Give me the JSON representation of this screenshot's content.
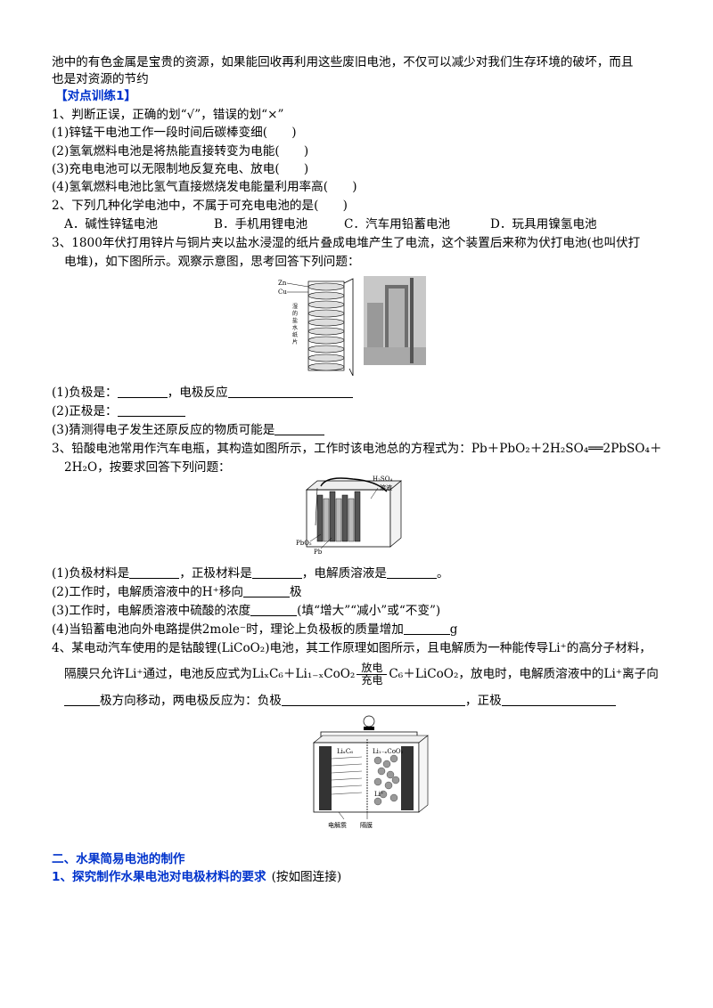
{
  "intro": {
    "line1": "池中的有色金属是宝贵的资源，如果能回收再利用这些废旧电池，不仅可以减少对我们生存环境的破坏，而且",
    "line2": "也是对资源的节约"
  },
  "practice_title": "【对点训练1】",
  "q1": {
    "stem": "1、判断正误，正确的划“√”，错误的划“×”",
    "items": [
      "(1)锌锰干电池工作一段时间后碳棒变细(　　)",
      "(2)氢氧燃料电池是将热能直接转变为电能(　　)",
      "(3)充电电池可以无限制地反复充电、放电(　　)",
      "(4)氢氧燃料电池比氢气直接燃烧发电能量利用率高(　　)"
    ]
  },
  "q2": {
    "stem": "2、下列几种化学电池中，不属于可充电电池的是(　　)",
    "options": [
      "A．碱性锌锰电池",
      "B．手机用锂电池",
      "C．汽车用铅蓄电池",
      "D．玩具用镍氢电池"
    ]
  },
  "q3a": {
    "stem1": "3、1800年伏打用锌片与铜片夹以盐水浸湿的纸片叠成电堆产生了电流，这个装置后来称为伏打电池(也叫伏打",
    "stem2": "电堆)，如下图所示。观察示意图，思考回答下列问题：",
    "fig_labels": {
      "zn": "Zn",
      "cu": "Cu",
      "paper": "湿的盐水纸片"
    },
    "sub1a": "(1)负极是：",
    "sub1b": "，电极反应",
    "sub2": "(2)正极是：",
    "sub3": "(3)猜测得电子发生还原反应的物质可能是"
  },
  "q3b": {
    "stem1": "3、铅酸电池常用作汽车电瓶，其构造如图所示，工作时该电池总的方程式为：Pb＋PbO₂＋2H₂SO₄══2PbSO₄＋",
    "stem2": "2H₂O，按要求回答下列问题：",
    "fig_labels": {
      "h2so4": "H₂SO₄",
      "solution": "溶液",
      "pbo2": "PbO₂",
      "pb": "Pb"
    },
    "sub1a": "(1)负极材料是",
    "sub1b": "，正极材料是",
    "sub1c": "，电解质溶液是",
    "sub1d": "。",
    "sub2a": "(2)工作时，电解质溶液中的H⁺移向",
    "sub2b": "极",
    "sub3a": "(3)工作时，电解质溶液中硫酸的浓度",
    "sub3b": "(填“增大”“减小”或“不变”)",
    "sub4a": "(4)当铅蓄电池向外电路提供2mole⁻时，理论上负极板的质量增加",
    "sub4b": "g"
  },
  "q4": {
    "stem1": "4、某电动汽车使用的是钴酸锂(LiCoO₂)电池，其工作原理如图所示，且电解质为一种能传导Li⁺的高分子材料，",
    "stem2a": "隔膜只允许Li⁺通过，电池反应式为LiₓC₆＋Li₁₋ₓCoO₂",
    "discharge": "放电",
    "charge": "充电",
    "stem2b": "C₆＋LiCoO₂，放电时，电解质溶液中的Li⁺离子向",
    "stem3a": "极方向移动，两电极反应为：负极",
    "stem3b": "，正极",
    "fig_labels": {
      "lixc6": "LiₓC₆",
      "li1xcoo2": "Li₁₋ₓCoO₂",
      "li": "Li⁺",
      "electrolyte": "电解质",
      "separator": "隔膜"
    }
  },
  "section2_title": "二、水果简易电池的制作",
  "section2_sub": "1、探究制作水果电池对电极材料的要求",
  "section2_note": "(按如图连接)"
}
